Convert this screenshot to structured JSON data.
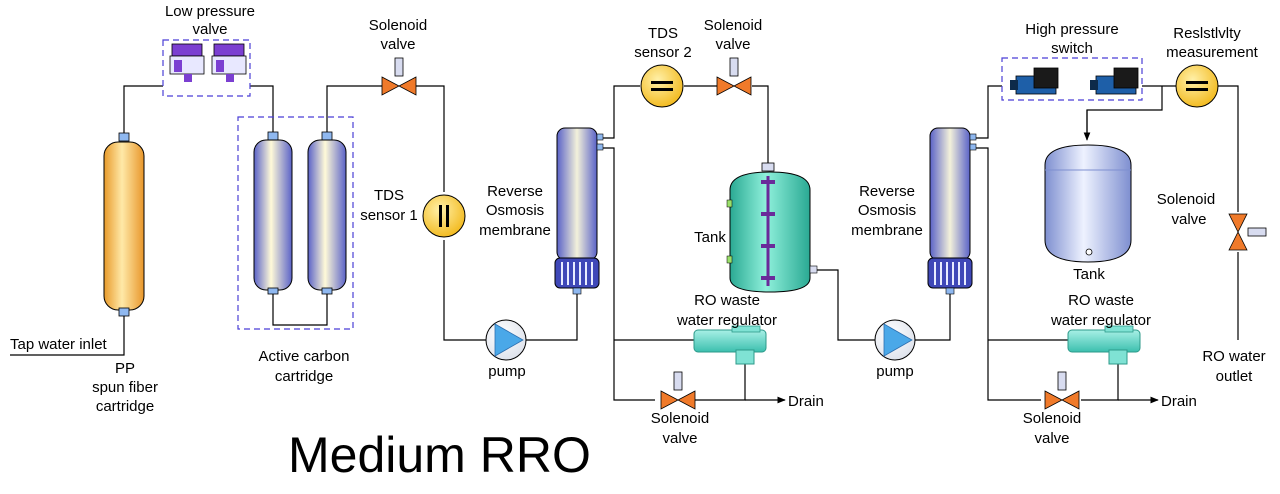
{
  "title": "Medium RRO",
  "labels": {
    "low_pressure_valve": [
      "Low pressure",
      "valve"
    ],
    "solenoid_valve_1": [
      "Solenoid",
      "valve"
    ],
    "tap_water_inlet": "Tap water inlet",
    "pp_cartridge": [
      "PP",
      "spun fiber",
      "cartridge"
    ],
    "active_carbon": [
      "Active carbon",
      "cartridge"
    ],
    "tds_sensor_1": [
      "TDS",
      "sensor 1"
    ],
    "pump_1": "pump",
    "ro_membrane_1": [
      "Reverse",
      "Osmosis",
      "membrane"
    ],
    "tds_sensor_2": [
      "TDS",
      "sensor 2"
    ],
    "solenoid_valve_2": [
      "Solenoid",
      "valve"
    ],
    "tank_1": "Tank",
    "ro_waste_regulator_1": [
      "RO waste",
      "water regulator"
    ],
    "solenoid_valve_3": [
      "Solenoid",
      "valve"
    ],
    "drain_1": "Drain",
    "pump_2": "pump",
    "ro_membrane_2": [
      "Reverse",
      "Osmosis",
      "membrane"
    ],
    "high_pressure_switch": [
      "High pressure",
      "switch"
    ],
    "resistivity": [
      "Reslstlvlty",
      "measurement"
    ],
    "tank_2": "Tank",
    "solenoid_valve_4": [
      "Solenoid",
      "valve"
    ],
    "ro_waste_regulator_2": [
      "RO waste",
      "water regulator"
    ],
    "solenoid_valve_5": [
      "Solenoid",
      "valve"
    ],
    "drain_2": "Drain",
    "ro_water_outlet": [
      "RO water",
      "outlet"
    ]
  },
  "colors": {
    "pipe": "#000000",
    "dashed_box": "#4b3fd6",
    "valve_orange": "#f07a2a",
    "sensor_yellow": "#f7c62f",
    "pump_blue": "#4aa8e8",
    "membrane_blue": "#5a64c8",
    "tank_teal": "#3fc7b0",
    "tank_silver": "#9fb0e0",
    "pp_orange": "#f2b24a",
    "regulator_teal": "#5fd6c4"
  }
}
